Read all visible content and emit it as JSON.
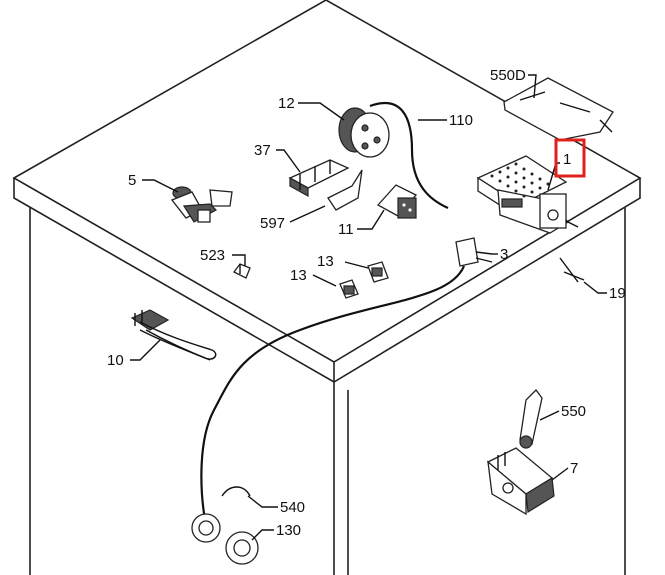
{
  "diagram": {
    "highlight_color": "#e0201b",
    "highlighted_label_index": 0,
    "labels": [
      "1",
      "550D",
      "12",
      "110",
      "37",
      "5",
      "597",
      "11",
      "3",
      "523",
      "13",
      "13",
      "19",
      "10",
      "550",
      "7",
      "540",
      "130"
    ]
  }
}
